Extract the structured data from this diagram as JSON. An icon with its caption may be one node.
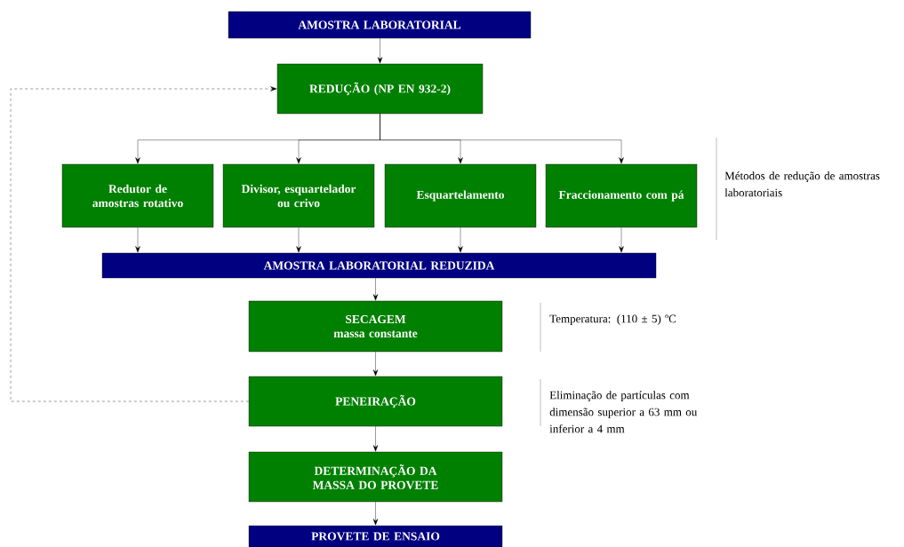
{
  "diagram": {
    "nodes": [
      {
        "text": [
          "AMOSTRA LABORATORIAL"
        ]
      },
      {
        "text": [
          "REDUÇÃO (NP EN 932-2)"
        ]
      },
      {
        "text": [
          "Redutor de amostras rotativo"
        ]
      },
      {
        "text": [
          "Divisor, esquartelador ou crivo"
        ]
      },
      {
        "text": [
          "Esquartelamento"
        ]
      },
      {
        "text": [
          "Fraccionamento com pá"
        ]
      },
      {
        "text": [
          "AMOSTRA LABORATORIAL REDUZIDA"
        ]
      },
      {
        "text": [
          "SECAGEM",
          "massa constante"
        ]
      },
      {
        "text": [
          "PENEIRAÇÃO"
        ]
      },
      {
        "text": [
          "DETERMINAÇÃO DA MASSA DO PROVETE"
        ]
      },
      {
        "text": [
          "PROVETE DE ENSAIO"
        ]
      }
    ],
    "edges": [
      {
        "from": 0,
        "to": 1,
        "arrow": "to"
      },
      {
        "from": 1,
        "to": 2,
        "arrow": "to"
      },
      {
        "from": 1,
        "to": 3,
        "arrow": "to"
      },
      {
        "from": 1,
        "to": 4,
        "arrow": "to"
      },
      {
        "from": 1,
        "to": 5,
        "arrow": "to"
      },
      {
        "from": 2,
        "to": 6,
        "arrow": "to"
      },
      {
        "from": 3,
        "to": 6,
        "arrow": "to"
      },
      {
        "from": 4,
        "to": 6,
        "arrow": "to"
      },
      {
        "from": 5,
        "to": 6,
        "arrow": "to"
      },
      {
        "from": 6,
        "to": 7,
        "arrow": "to"
      },
      {
        "from": 7,
        "to": 8,
        "arrow": "to"
      },
      {
        "from": 8,
        "to": 9,
        "arrow": "to"
      },
      {
        "from": 9,
        "to": 10,
        "arrow": "to"
      },
      {
        "from": 8,
        "to": 1,
        "arrow": "to",
        "style": "dashed"
      }
    ],
    "labels": [
      "Métodos de redução de amostras laboratoriais",
      "Temperatura: (110 ± 5) ºC",
      "Eliminação de partículas com dimensão superior a 63 mm ou inferior a 4 mm"
    ]
  }
}
